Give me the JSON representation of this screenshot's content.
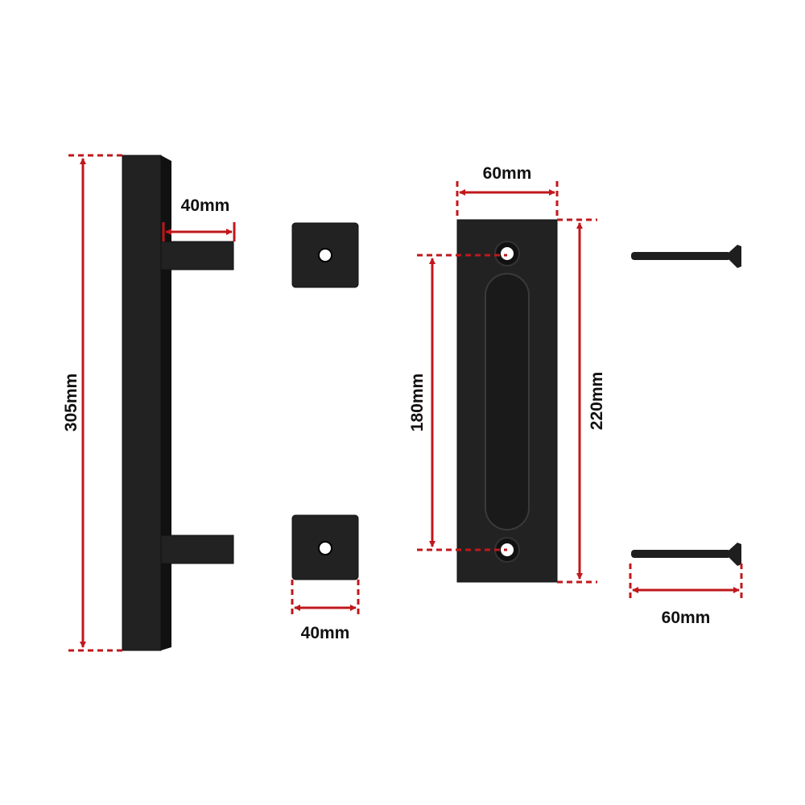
{
  "labels": {
    "handle_length": "305mm",
    "handle_projection": "40mm",
    "mount_plate_width": "40mm",
    "flush_pull_width": "60mm",
    "flush_pull_hole_spacing": "180mm",
    "flush_pull_height": "220mm",
    "screw_length": "60mm"
  },
  "colors": {
    "dimension_line": "#c0181c",
    "hardware": "#222222",
    "background": "#ffffff"
  }
}
